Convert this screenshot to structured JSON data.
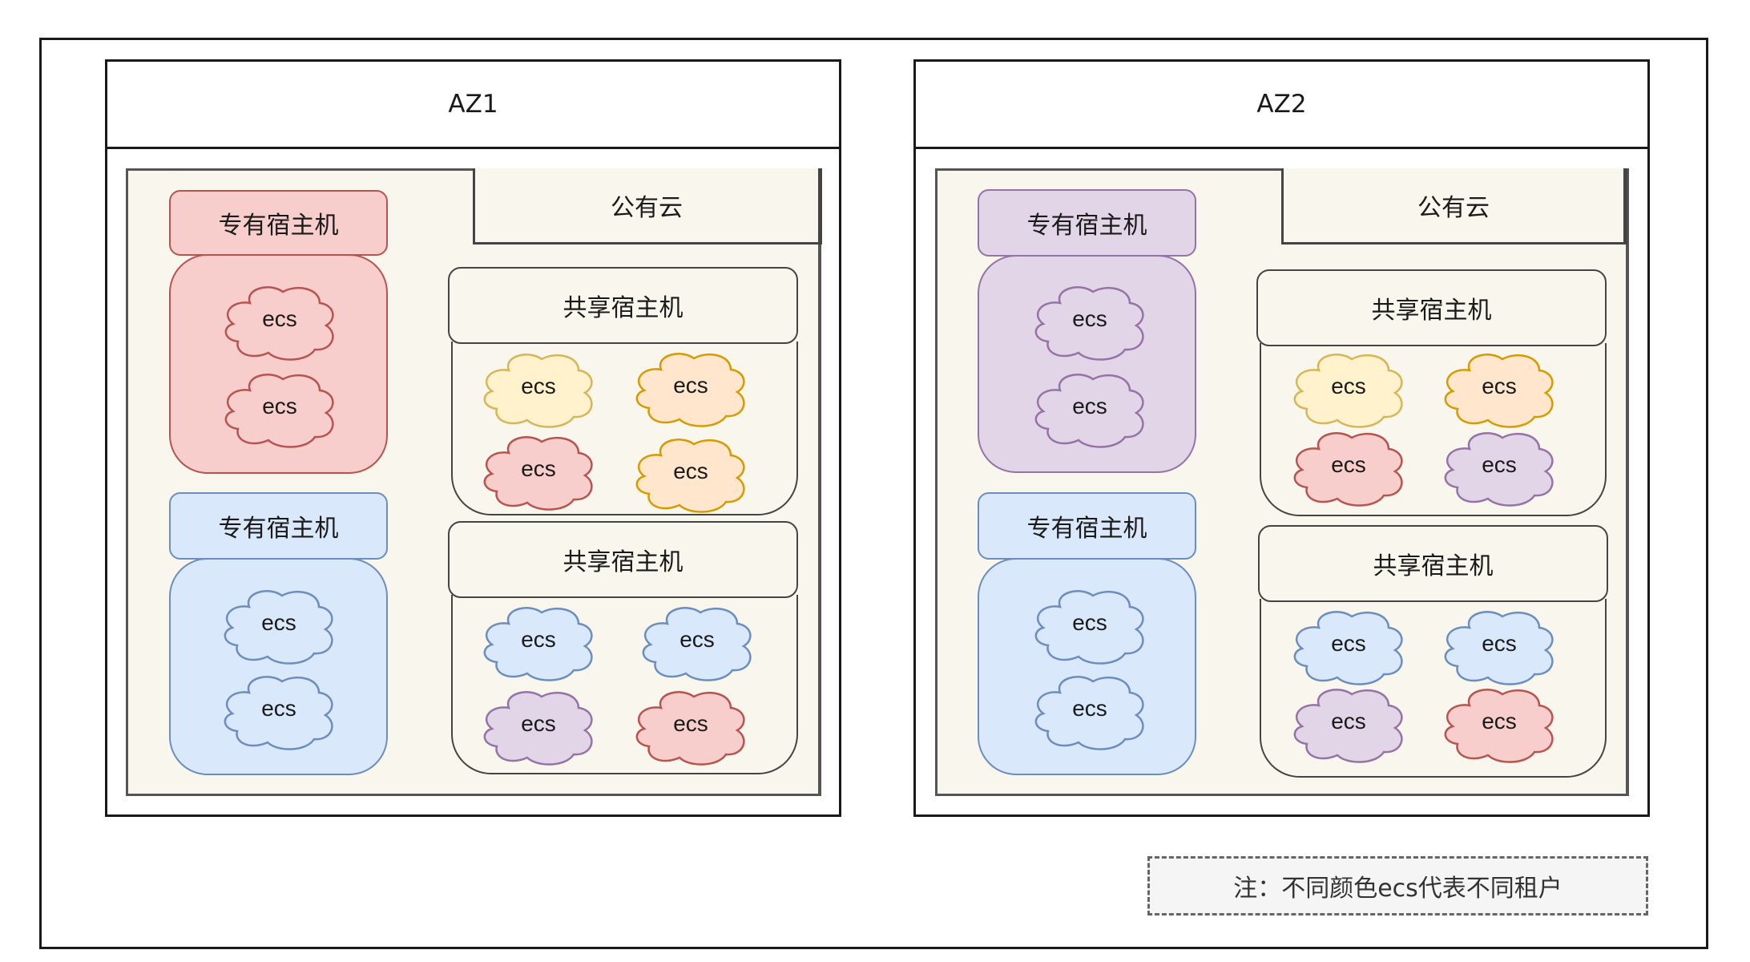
{
  "colors": {
    "red": {
      "fill": "#f8cecc",
      "stroke": "#b85450"
    },
    "blue": {
      "fill": "#dae8fc",
      "stroke": "#6c8ebf"
    },
    "purple": {
      "fill": "#e1d5e7",
      "stroke": "#9673a6"
    },
    "yellow": {
      "fill": "#fff2cc",
      "stroke": "#d6b656"
    },
    "orange": {
      "fill": "#ffe6cc",
      "stroke": "#d79b00"
    },
    "cream": "#f9f7ed"
  },
  "azs": [
    {
      "title": "AZ1",
      "public_cloud_label": "公有云",
      "dedicated_hosts": [
        {
          "label": "专有宿主机",
          "color": "red",
          "ecs": [
            {
              "label": "ecs",
              "color": "red"
            },
            {
              "label": "ecs",
              "color": "red"
            }
          ]
        },
        {
          "label": "专有宿主机",
          "color": "blue",
          "ecs": [
            {
              "label": "ecs",
              "color": "blue"
            },
            {
              "label": "ecs",
              "color": "blue"
            }
          ]
        }
      ],
      "shared_hosts": [
        {
          "label": "共享宿主机",
          "ecs": [
            {
              "label": "ecs",
              "color": "yellow"
            },
            {
              "label": "ecs",
              "color": "orange"
            },
            {
              "label": "ecs",
              "color": "red"
            },
            {
              "label": "ecs",
              "color": "orange"
            }
          ]
        },
        {
          "label": "共享宿主机",
          "ecs": [
            {
              "label": "ecs",
              "color": "blue"
            },
            {
              "label": "ecs",
              "color": "blue"
            },
            {
              "label": "ecs",
              "color": "purple"
            },
            {
              "label": "ecs",
              "color": "red"
            }
          ]
        }
      ]
    },
    {
      "title": "AZ2",
      "public_cloud_label": "公有云",
      "dedicated_hosts": [
        {
          "label": "专有宿主机",
          "color": "purple",
          "ecs": [
            {
              "label": "ecs",
              "color": "purple"
            },
            {
              "label": "ecs",
              "color": "purple"
            }
          ]
        },
        {
          "label": "专有宿主机",
          "color": "blue",
          "ecs": [
            {
              "label": "ecs",
              "color": "blue"
            },
            {
              "label": "ecs",
              "color": "blue"
            }
          ]
        }
      ],
      "shared_hosts": [
        {
          "label": "共享宿主机",
          "ecs": [
            {
              "label": "ecs",
              "color": "yellow"
            },
            {
              "label": "ecs",
              "color": "orange"
            },
            {
              "label": "ecs",
              "color": "red"
            },
            {
              "label": "ecs",
              "color": "purple"
            }
          ]
        },
        {
          "label": "共享宿主机",
          "ecs": [
            {
              "label": "ecs",
              "color": "blue"
            },
            {
              "label": "ecs",
              "color": "blue"
            },
            {
              "label": "ecs",
              "color": "purple"
            },
            {
              "label": "ecs",
              "color": "red"
            }
          ]
        }
      ]
    }
  ],
  "note": "注：不同颜色ecs代表不同租户"
}
